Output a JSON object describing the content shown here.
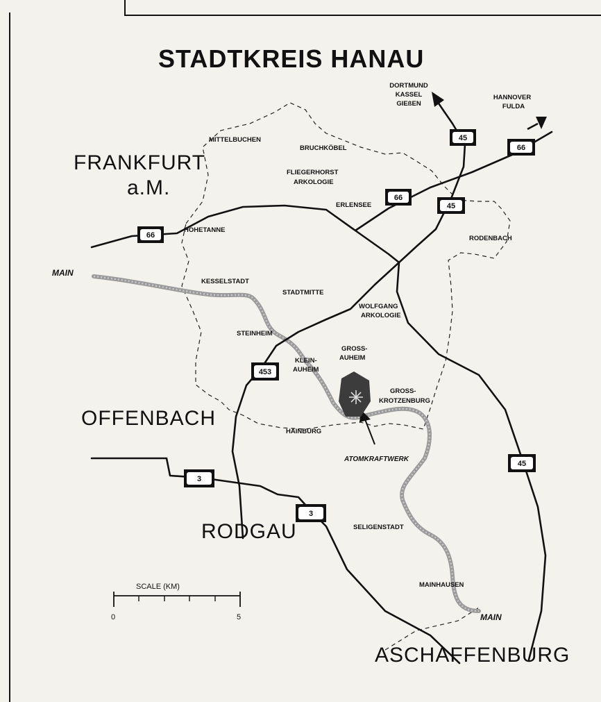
{
  "title": "STADTKREIS HANAU",
  "cities": {
    "frankfurt_line1": "FRANKFURT",
    "frankfurt_line2": "a.M.",
    "offenbach": "OFFENBACH",
    "rodgau": "RODGAU",
    "aschaffenburg": "ASCHAFFENBURG"
  },
  "districts": {
    "mittelbuchen": "MITTELBUCHEN",
    "bruchkoebel": "BRUCHKÖBEL",
    "fliegerhorst_1": "FLIEGERHORST",
    "fliegerhorst_2": "ARKOLOGIE",
    "erlensee": "ERLENSEE",
    "hohetanne": "HOHETANNE",
    "rodenbach": "RODENBACH",
    "kesselstadt": "KESSELSTADT",
    "stadtmitte": "STADTMITTE",
    "wolfgang_1": "WOLFGANG",
    "wolfgang_2": "ARKOLOGIE",
    "steinheim": "STEINHEIM",
    "klein_auheim_1": "KLEIN-",
    "klein_auheim_2": "AUHEIM",
    "gross_auheim_1": "GROSS-",
    "gross_auheim_2": "AUHEIM",
    "gross_krotzenburg_1": "GROSS-",
    "gross_krotzenburg_2": "KROTZENBURG",
    "hainburg": "HAINBURG",
    "seligenstadt": "SELIGENSTADT",
    "mainhausen": "MAINHAUSEN"
  },
  "destinations": {
    "north_1": "DORTMUND",
    "north_2": "KASSEL",
    "north_3": "GIEßEN",
    "east_1": "HANNOVER",
    "east_2": "FULDA"
  },
  "river": {
    "name_west": "MAIN",
    "name_south": "MAIN"
  },
  "power_plant": "ATOMKRAFTWERK",
  "shields": {
    "a66_west": "66",
    "a66_mid": "66",
    "a66_east": "66",
    "a45_north": "45",
    "a45_mid": "45",
    "a45_south": "45",
    "b453": "453",
    "b3_west": "3",
    "b3_south": "3"
  },
  "scale": {
    "label": "SCALE (KM)",
    "min": "0",
    "max": "5"
  },
  "colors": {
    "road": "#111111",
    "river": "#9a9a9a",
    "plant": "#444444",
    "background": "#f4f2ec"
  },
  "icons": {
    "power_plant": "radiation-symbol-icon",
    "arrows": "direction-arrow-icon"
  }
}
